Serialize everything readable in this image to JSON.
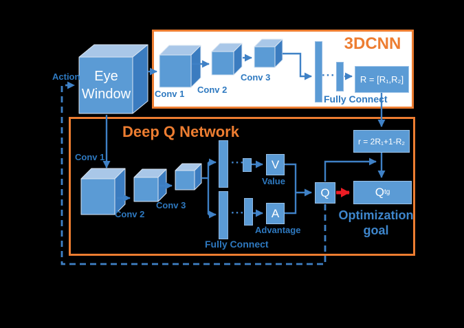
{
  "colors": {
    "background": "#000000",
    "accent_orange": "#ED7D31",
    "cube_front_blue": "#5B9BD5",
    "cube_top_blue": "#A9C7E8",
    "cube_side_blue": "#3B7CC0",
    "connector_blue": "#3F81C6",
    "label_blue": "#2E79C0",
    "optimization_arrow_red": "#EC1C24",
    "box_text_white": "#FFFFFF"
  },
  "action": {
    "label": "Action"
  },
  "eye_window": {
    "line1": "Eye",
    "line2": "Window"
  },
  "cnn3d": {
    "title": "3DCNN",
    "conv1": "Conv 1",
    "conv2": "Conv 2",
    "conv3": "Conv 3",
    "dots": "···",
    "fully_connect": "Fully Connect",
    "r_output": "R = [R₁,R₂]"
  },
  "dqn": {
    "title": "Deep Q Network",
    "conv1": "Conv 1",
    "conv2": "Conv 2",
    "conv3": "Conv 3",
    "dots_top": "···",
    "dots_bottom": "···",
    "fully_connect": "Fully Connect",
    "value_box": "V",
    "value_label": "Value",
    "advantage_box": "A",
    "advantage_label": "Advantage",
    "q_box": "Q",
    "reward_formula": "r = 2R₁+1-R₂",
    "qtg_main": "Q",
    "qtg_sub": "tg",
    "optimization_line1": "Optimization",
    "optimization_line2": "goal"
  }
}
